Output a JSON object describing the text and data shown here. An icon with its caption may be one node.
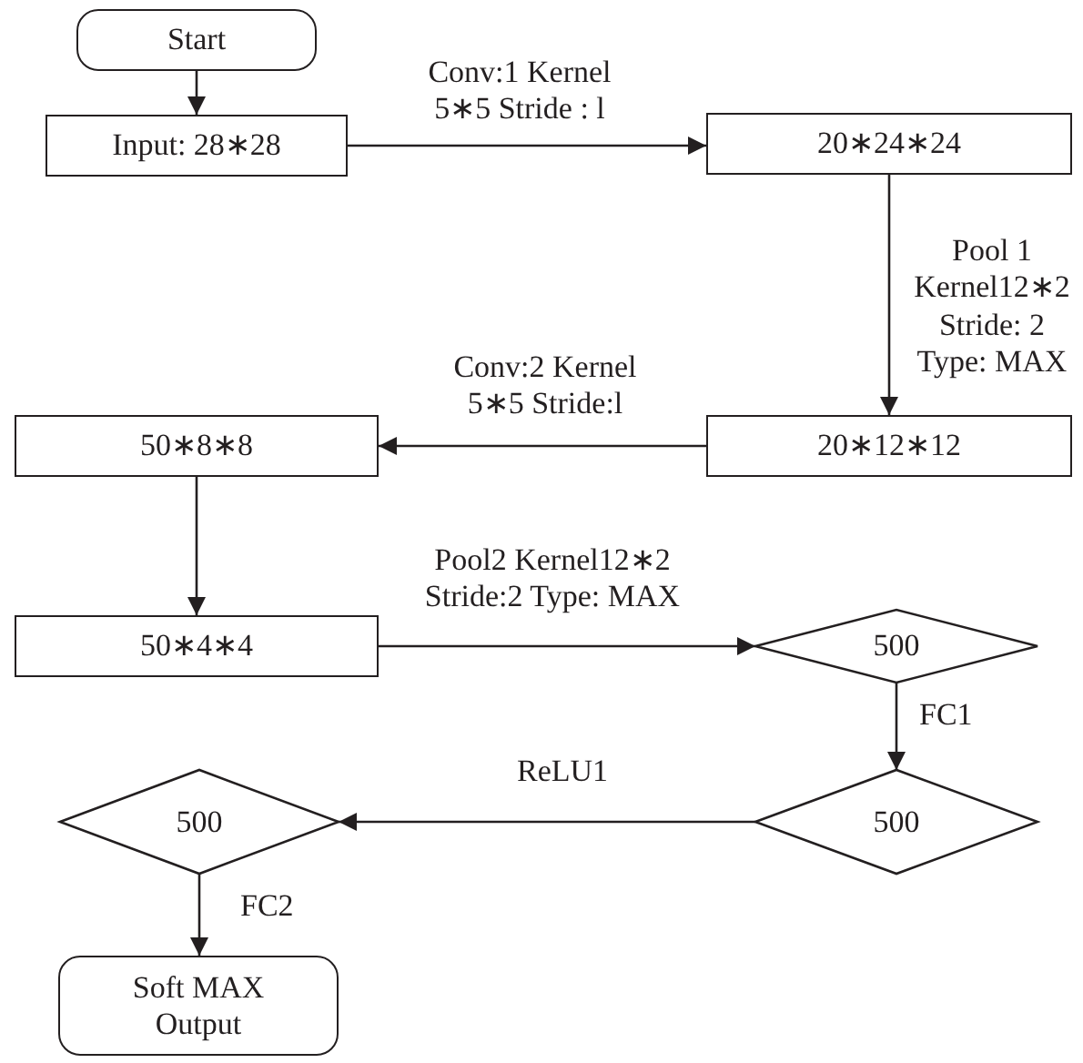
{
  "diagram": {
    "nodes": [
      {
        "text": [
          "Start"
        ]
      },
      {
        "text": [
          "Input: 28∗28"
        ]
      },
      {
        "text": [
          "20∗24∗24"
        ]
      },
      {
        "text": [
          "20∗12∗12"
        ]
      },
      {
        "text": [
          "50∗8∗8"
        ]
      },
      {
        "text": [
          "50∗4∗4"
        ]
      },
      {
        "text": [
          "500"
        ]
      },
      {
        "text": [
          "500"
        ]
      },
      {
        "text": [
          "500"
        ]
      },
      {
        "text": [
          "Soft MAX Output"
        ]
      }
    ],
    "edges": [
      {
        "from": 0,
        "to": 1,
        "arrow": "to"
      },
      {
        "from": 1,
        "to": 2,
        "arrow": "to",
        "label": "Conv:1 Kernel 5∗5 Stride : l"
      },
      {
        "from": 2,
        "to": 3,
        "arrow": "to",
        "label": "Pool 1 Kernel12∗2 Stride: 2 Type: MAX"
      },
      {
        "from": 3,
        "to": 4,
        "arrow": "to",
        "label": "Conv:2 Kernel 5∗5 Stride:l"
      },
      {
        "from": 4,
        "to": 5,
        "arrow": "to"
      },
      {
        "from": 5,
        "to": 6,
        "arrow": "to",
        "label": "Pool2 Kernel12∗2 Stride:2 Type: MAX"
      },
      {
        "from": 6,
        "to": 8,
        "arrow": "to",
        "label": "FC1"
      },
      {
        "from": 8,
        "to": 7,
        "arrow": "to",
        "label": "ReLU1"
      },
      {
        "from": 7,
        "to": 9,
        "arrow": "to",
        "label": "FC2"
      }
    ]
  }
}
